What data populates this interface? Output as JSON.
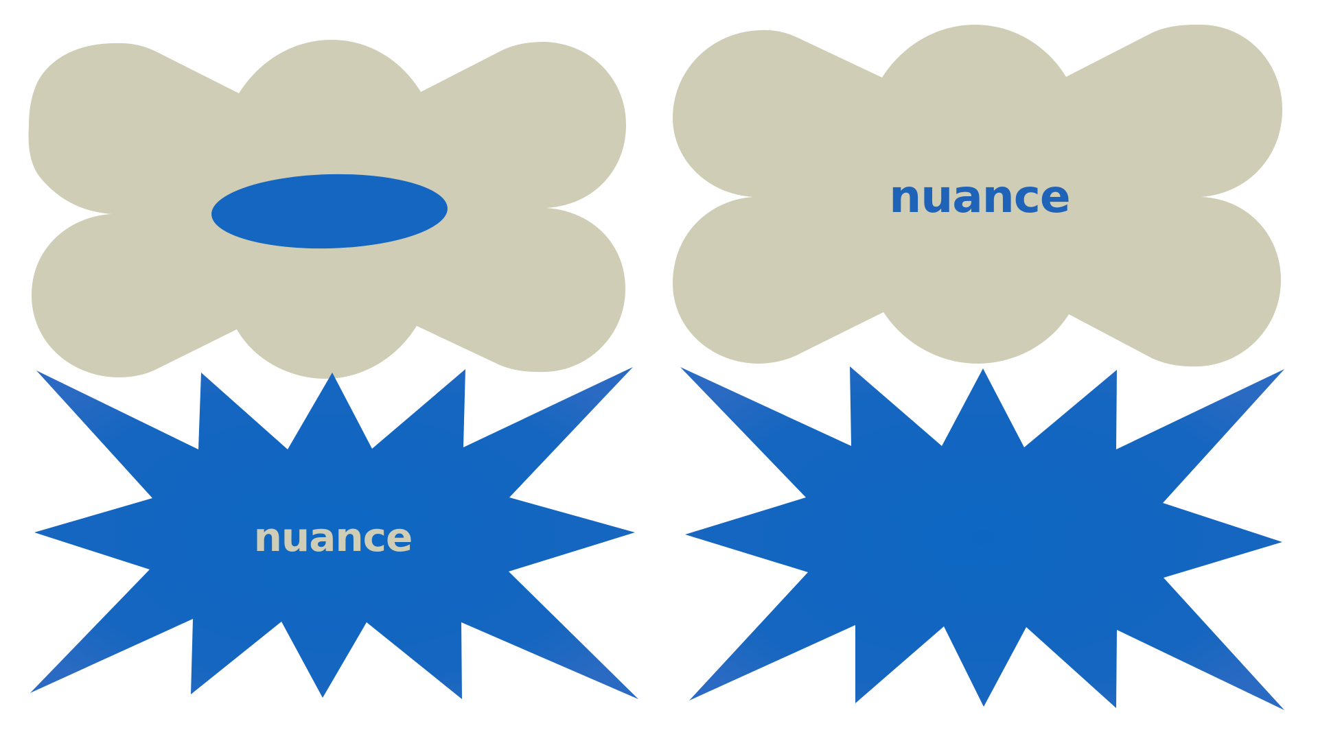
{
  "colors": {
    "background": "#ffffff",
    "cloud_beige": "#cfcdb5",
    "brand_blue": "#1566c0",
    "brand_blue_edge": "#2a6ac2"
  },
  "panels": [
    {
      "shape": "cloud",
      "fill": "#cfcdb5",
      "content": "blue-oval",
      "content_color": "#1566c0"
    },
    {
      "shape": "cloud",
      "fill": "#cfcdb5",
      "content": "wordmark",
      "text": "nuance",
      "text_color": "#1f63b8"
    },
    {
      "shape": "starburst",
      "fill": "#1566c0",
      "content": "wordmark",
      "text": "nuance",
      "text_color": "#cfcdb5"
    },
    {
      "shape": "starburst",
      "fill": "#1566c0",
      "content": "none"
    }
  ]
}
